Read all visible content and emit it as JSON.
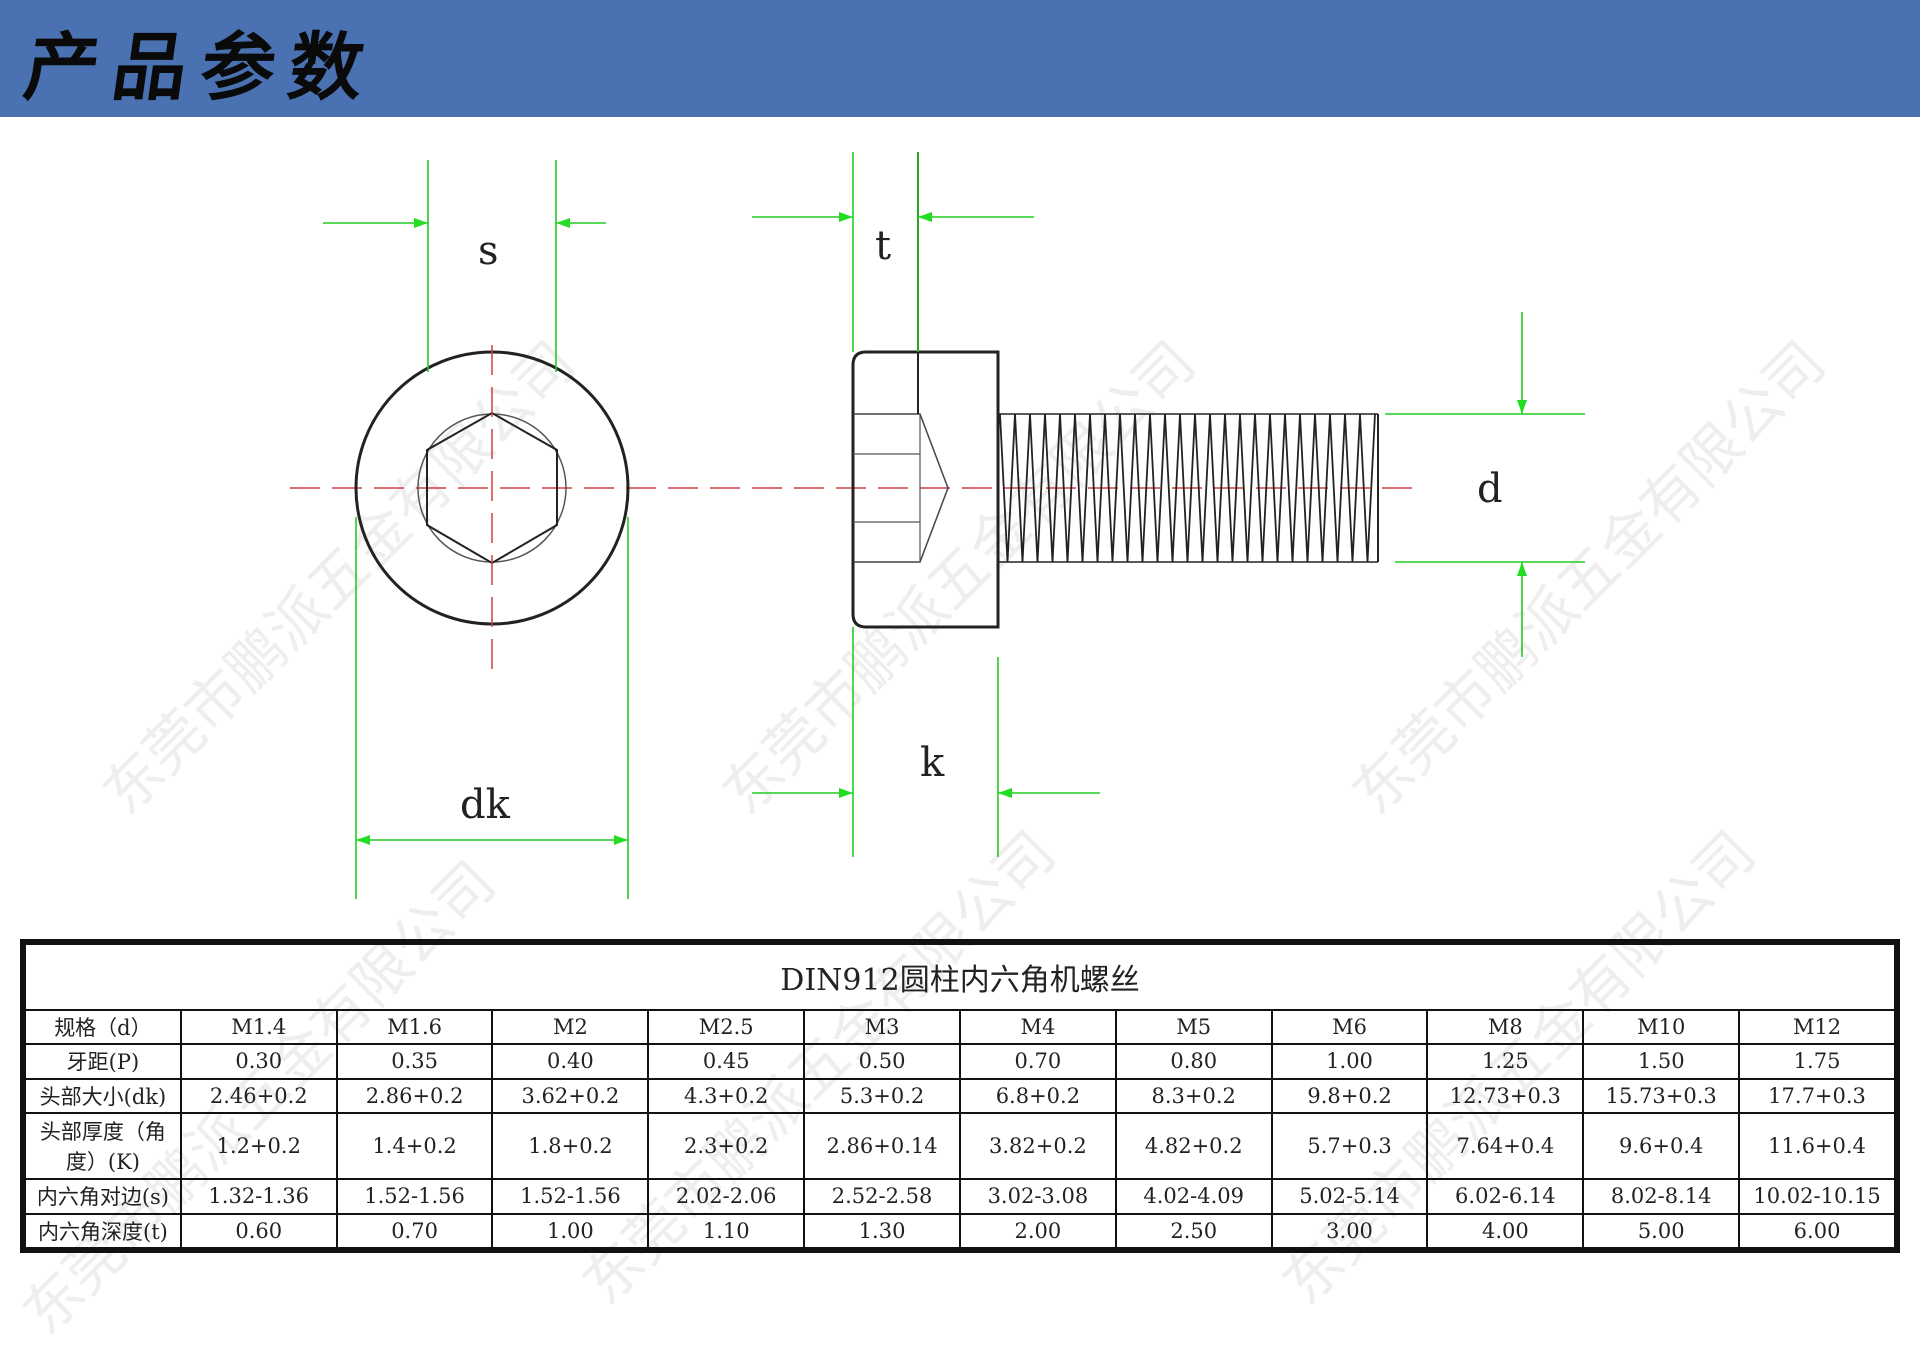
{
  "header": {
    "title": "产品参数"
  },
  "drawing": {
    "labels": {
      "s": "s",
      "t": "t",
      "d": "d",
      "dk": "dk",
      "k": "k"
    }
  },
  "watermark": {
    "text": "东莞市鹏派五金有限公司"
  },
  "table": {
    "title": "DIN912圆柱内六角机螺丝",
    "header_label": "规格（d）",
    "sizes": [
      "M1.4",
      "M1.6",
      "M2",
      "M2.5",
      "M3",
      "M4",
      "M5",
      "M6",
      "M8",
      "M10",
      "M12"
    ],
    "rows": [
      {
        "label": "牙距(P)",
        "values": [
          "0.30",
          "0.35",
          "0.40",
          "0.45",
          "0.50",
          "0.70",
          "0.80",
          "1.00",
          "1.25",
          "1.50",
          "1.75"
        ]
      },
      {
        "label": "头部大小(dk)",
        "values": [
          "2.46+0.2",
          "2.86+0.2",
          "3.62+0.2",
          "4.3+0.2",
          "5.3+0.2",
          "6.8+0.2",
          "8.3+0.2",
          "9.8+0.2",
          "12.73+0.3",
          "15.73+0.3",
          "17.7+0.3"
        ]
      },
      {
        "label": "头部厚度（角度）(K)",
        "values": [
          "1.2+0.2",
          "1.4+0.2",
          "1.8+0.2",
          "2.3+0.2",
          "2.86+0.14",
          "3.82+0.2",
          "4.82+0.2",
          "5.7+0.3",
          "7.64+0.4",
          "9.6+0.4",
          "11.6+0.4"
        ]
      },
      {
        "label": "内六角对边(s)",
        "values": [
          "1.32-1.36",
          "1.52-1.56",
          "1.52-1.56",
          "2.02-2.06",
          "2.52-2.58",
          "3.02-3.08",
          "4.02-4.09",
          "5.02-5.14",
          "6.02-6.14",
          "8.02-8.14",
          "10.02-10.15"
        ]
      },
      {
        "label": "内六角深度(t)",
        "values": [
          "0.60",
          "0.70",
          "1.00",
          "1.10",
          "1.30",
          "2.00",
          "2.50",
          "3.00",
          "4.00",
          "5.00",
          "6.00"
        ]
      }
    ]
  }
}
